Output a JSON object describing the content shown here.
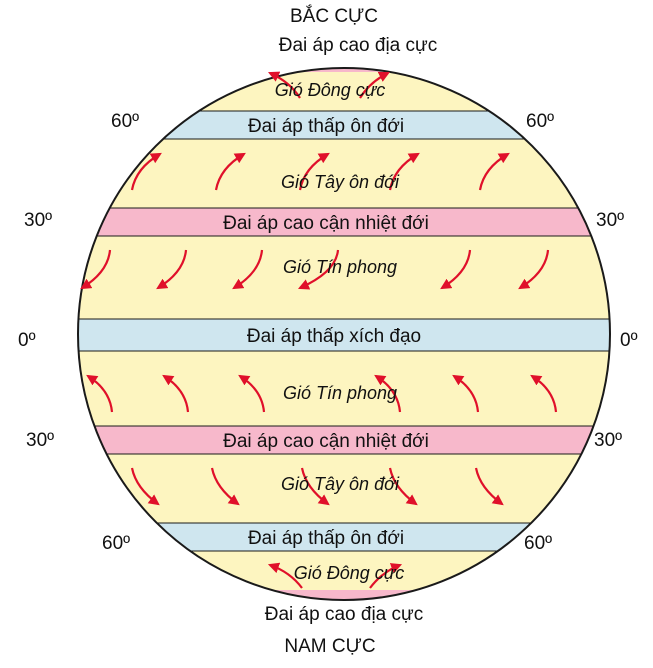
{
  "poles": {
    "north": "BẮC CỰC",
    "south": "NAM CỰC"
  },
  "belts": {
    "polar_high_north": "Đai áp cao địa cực",
    "polar_high_south": "Đai áp cao địa cực",
    "subpolar_low_north": "Đai áp thấp ôn đới",
    "subpolar_low_south": "Đai áp thấp ôn đới",
    "subtropical_high_north": "Đai áp cao cận nhiệt đới",
    "subtropical_high_south": "Đai áp cao cận nhiệt đới",
    "equatorial_low": "Đai áp thấp xích đạo"
  },
  "winds": {
    "polar_easterly_north": "Gió Đông cực",
    "polar_easterly_south": "Gió Đông cực",
    "westerly_north": "Gió Tây ôn đới",
    "westerly_south": "Gió Tây ôn đới",
    "trade_north": "Gió Tín phong",
    "trade_south": "Gió Tín phong"
  },
  "latitudes": {
    "lat60": "60º",
    "lat30": "30º",
    "lat0": "0º"
  },
  "colors": {
    "zone_fill": "#fdf5c0",
    "high_pressure_band": "#f7b8cb",
    "low_pressure_band": "#cfe6ef",
    "arrow": "#e0102a",
    "outline": "#1a1a1a"
  }
}
